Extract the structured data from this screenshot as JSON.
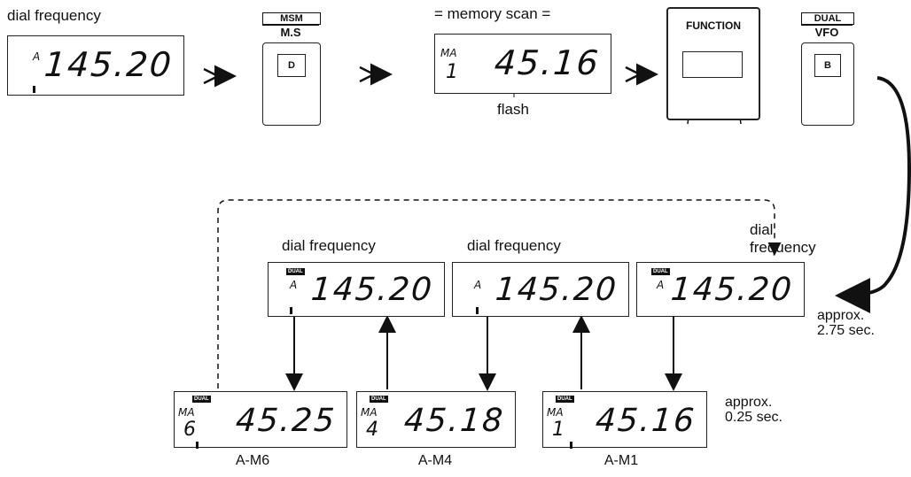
{
  "top": {
    "dial_label": "dial frequency",
    "lcd1": {
      "mode": "A",
      "freq": "145.20"
    },
    "key1": {
      "top": "MSM",
      "bottom": "M.S",
      "face": "D"
    },
    "scan_label": "= memory scan =",
    "lcd2": {
      "mode": "MA",
      "freq": "45.16",
      "channel": "1"
    },
    "flash_label": "flash",
    "key2": {
      "label": "FUNCTION"
    },
    "key3": {
      "top": "DUAL",
      "bottom": "VFO",
      "face": "B"
    }
  },
  "bottom": {
    "dashed_note": "",
    "upper_lcds": [
      {
        "label": "dial frequency",
        "badge": "DUAL",
        "mode": "A",
        "freq": "145.20"
      },
      {
        "label": "dial frequency",
        "badge": "",
        "mode": "A",
        "freq": "145.20"
      },
      {
        "label_line1": "dial",
        "label_line2": "frequency",
        "badge": "DUAL",
        "mode": "A",
        "freq": "145.20"
      }
    ],
    "lower_lcds": [
      {
        "badge": "DUAL",
        "mode": "MA",
        "channel": "6",
        "freq": "45.25",
        "caption": "A-M6"
      },
      {
        "badge": "DUAL",
        "mode": "MA",
        "channel": "4",
        "freq": "45.18",
        "caption": "A-M4"
      },
      {
        "badge": "DUAL",
        "mode": "MA",
        "channel": "1",
        "freq": "45.16",
        "caption": "A-M1"
      }
    ],
    "time_long": [
      "approx.",
      "2.75 sec."
    ],
    "time_short": [
      "approx.",
      "0.25 sec."
    ]
  }
}
